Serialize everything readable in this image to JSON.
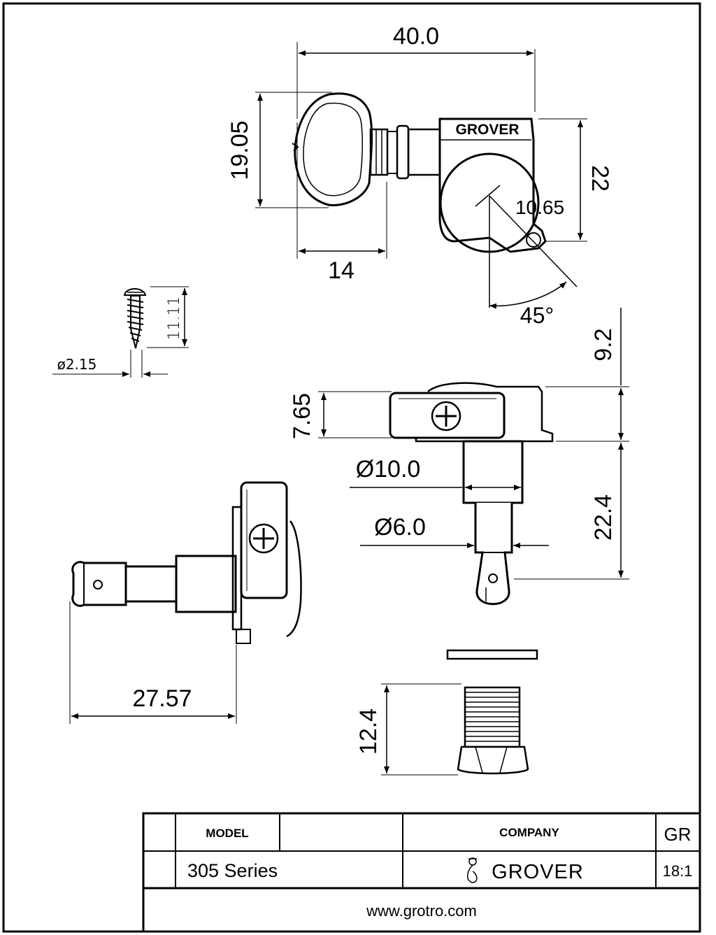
{
  "dimensions": {
    "width_total": "40.0",
    "button_height": "19.05",
    "button_length": "14",
    "housing_height": "22",
    "string_post_offset": "10.65",
    "angle": "45°",
    "screw_length": "11.11",
    "screw_diameter": "ø2.15",
    "housing_depth": "7.65",
    "plate_offset": "9.2",
    "bushing_diameter": "Ø10.0",
    "post_diameter": "Ø6.0",
    "post_height": "22.4",
    "side_length": "27.57",
    "nut_height": "12.4"
  },
  "housing_logo": "GROVER",
  "title_block": {
    "model_label": "MODEL",
    "model_value": "305 Series",
    "company_label": "COMPANY",
    "company_value": "GROVER",
    "code": "GR",
    "scale": "18:1",
    "website": "www.grotro.com"
  }
}
